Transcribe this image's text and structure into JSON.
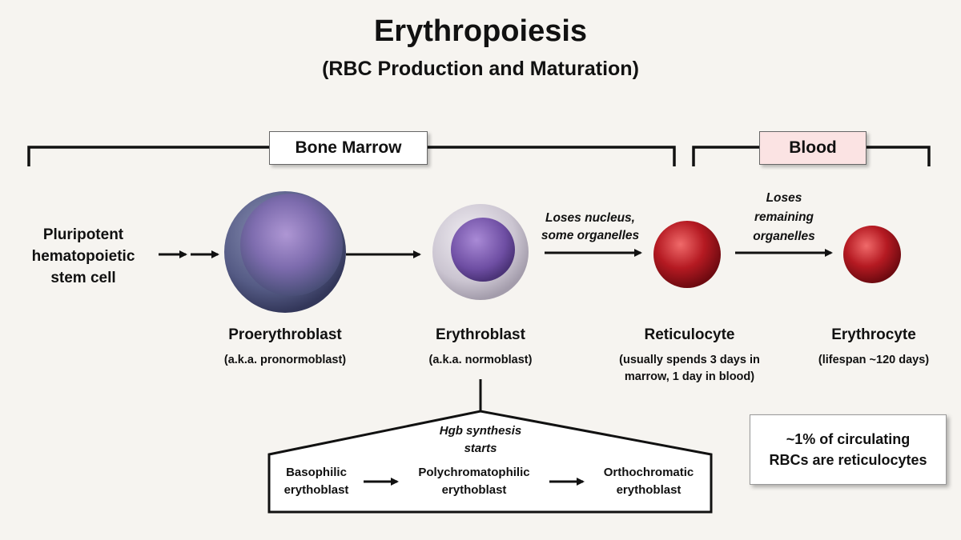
{
  "title": "Erythropoiesis",
  "subtitle": "(RBC Production and Maturation)",
  "regions": {
    "bone_marrow": "Bone Marrow",
    "blood": "Blood"
  },
  "stem_cell": [
    "Pluripotent",
    "hematopoietic",
    "stem cell"
  ],
  "stages": [
    {
      "name": "Proerythroblast",
      "sub": [
        "(a.k.a. pronormoblast)"
      ]
    },
    {
      "name": "Erythroblast",
      "sub": [
        "(a.k.a. normoblast)"
      ]
    },
    {
      "name": "Reticulocyte",
      "sub": [
        "(usually spends 3 days in",
        "marrow, 1 day in blood)"
      ]
    },
    {
      "name": "Erythrocyte",
      "sub": [
        "(lifespan ~120 days)"
      ]
    }
  ],
  "transitions": {
    "nucleus": [
      "Loses nucleus,",
      "some organelles"
    ],
    "remaining": [
      "Loses",
      "remaining",
      "organelles"
    ]
  },
  "hgb_note": [
    "Hgb synthesis",
    "starts"
  ],
  "substages": [
    [
      "Basophilic",
      "erythoblast"
    ],
    [
      "Polychromatophilic",
      "erythoblast"
    ],
    [
      "Orthochromatic",
      "erythoblast"
    ]
  ],
  "note": [
    "~1% of circulating",
    "RBCs are reticulocytes"
  ],
  "colors": {
    "background": "#f6f4f0",
    "proerythroblast": "#5b5f8a",
    "erythroblast_nucleus": "#7a5aa8",
    "rbc": "#b51a22",
    "blood_label": "#fbe3e3"
  }
}
